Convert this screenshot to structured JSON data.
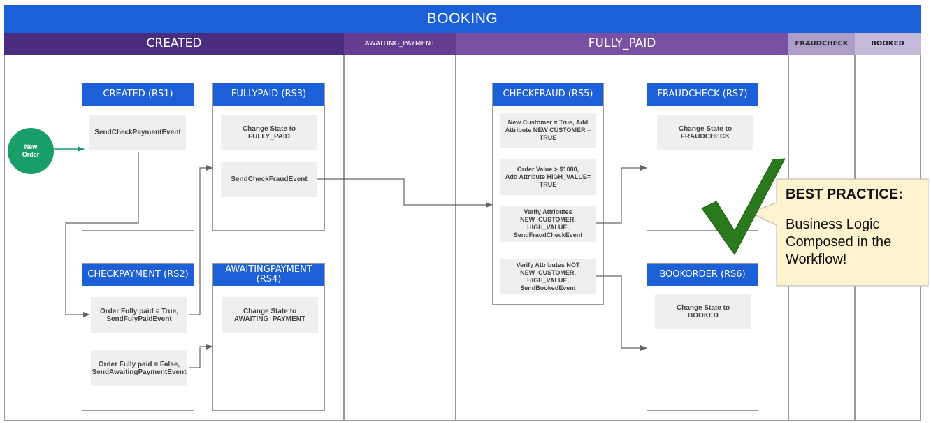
{
  "title": "BOOKING",
  "lanes": {
    "created": "CREATED",
    "awaiting_payment": "AWAITING_PAYMENT",
    "fully_paid": "FULLY_PAID",
    "fraudcheck": "FRAUDCHECK",
    "booked": "BOOKED"
  },
  "colors": {
    "title_bar": "#1b5fd9",
    "lane_created": "#4b2d7f",
    "lane_awaiting": "#643d91",
    "lane_fully_paid": "#7a50a3",
    "lane_fraudcheck": "#ad9dc9",
    "lane_booked": "#c6badb",
    "card_header": "#1d5fd6",
    "start_node": "#199e6a",
    "callout_fill": "#fdf3cf",
    "check_mark": "#2a7a1d"
  },
  "start_node": "New\nOrder",
  "cards": {
    "rs1": {
      "title": "CREATED (RS1)",
      "steps": [
        "SendCheckPaymentEvent"
      ]
    },
    "rs2": {
      "title": "CHECKPAYMENT (RS2)",
      "steps": [
        "Order Fully paid = True,\nSendFulyPaidEvent",
        "Order Fully paid = False,\nSendAwaitingPaymentEvent"
      ]
    },
    "rs3": {
      "title": "FULLYPAID (RS3)",
      "steps": [
        "Change State to\nFULLY_PAID",
        "SendCheckFraudEvent"
      ]
    },
    "rs4": {
      "title": "AWAITINGPAYMENT\n(RS4)",
      "steps": [
        "Change State to\nAWAITING_PAYMENT"
      ]
    },
    "rs5": {
      "title": "CHECKFRAUD (RS5)",
      "steps": [
        "New Customer = True, Add\nAttribute NEW CUSTOMER =\nTRUE",
        "Order Value > $1000,\nAdd Attribute HIGH_VALUE=\nTRUE",
        "Verify Attributes\nNEW_CUSTOMER,\nHIGH_VALUE,\nSendFraudCheckEvent",
        "Verify Attributes NOT\nNEW_CUSTOMER,\nHIGH_VALUE,\nSendBookedEvent"
      ]
    },
    "rs7": {
      "title": "FRAUDCHECK (RS7)",
      "steps": [
        "Change State to\nFRAUDCHECK"
      ]
    },
    "rs6": {
      "title": "BOOKORDER (RS6)",
      "steps": [
        "Change State to\nBOOKED"
      ]
    }
  },
  "callout": {
    "heading": "BEST PRACTICE:",
    "body": "Business Logic\nComposed in the\nWorkflow!"
  }
}
